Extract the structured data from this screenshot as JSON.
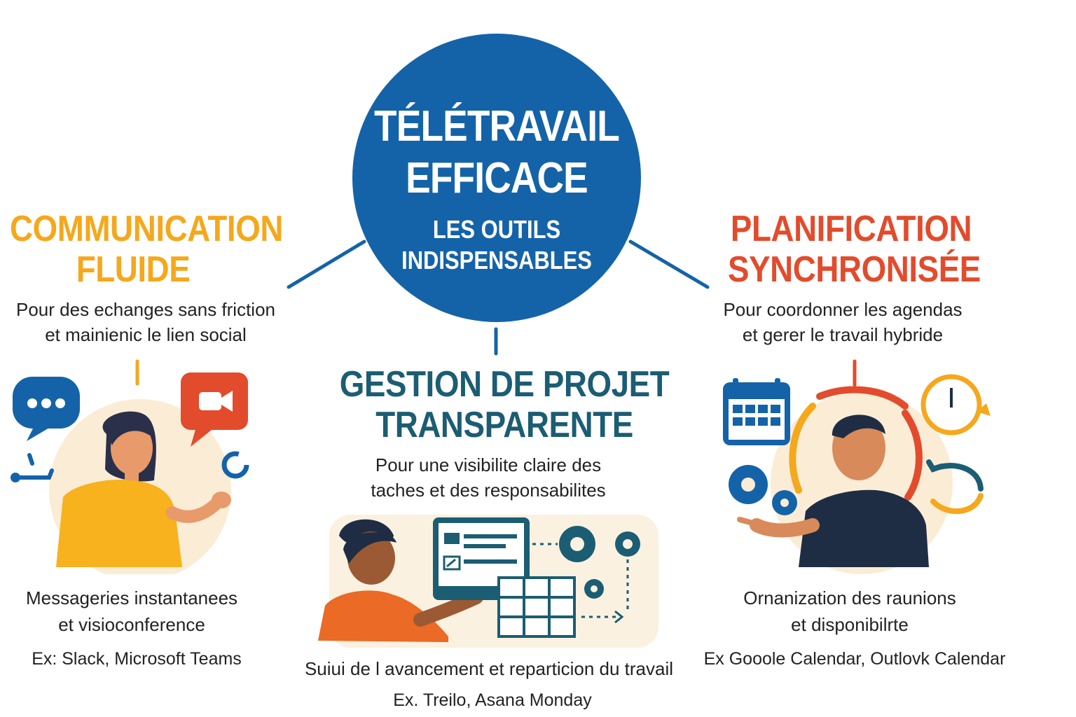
{
  "hub": {
    "title_line1": "TÉLÉTRAVAIL",
    "title_line2": "EFFICACE",
    "subtitle_line1": "LES OUTILS",
    "subtitle_line2": "INDISPENSABLES"
  },
  "pillars": [
    {
      "title_line1": "COMMUNICATION",
      "title_line2": "FLUIDE",
      "desc_line1": "Pour des echanges sans friction",
      "desc_line2": "et mainienic le lien social",
      "tools_line1": "Messageries instantanees",
      "tools_line2": "et visioconference",
      "examples": "Ex: Slack, Microsoft Teams"
    },
    {
      "title_line1": "GESTION DE PROJET",
      "title_line2": "TRANSPARENTE",
      "desc_line1": "Pour une visibilite claire des",
      "desc_line2": "taches et des responsabilites",
      "tools_line1": "Suiui de l avancement et reparticion du travail",
      "examples": "Ex. Treilo, Asana  Monday"
    },
    {
      "title_line1": "PLANIFICATION",
      "title_line2": "SYNCHRONISÉE",
      "desc_line1": "Pour coordonner les agendas",
      "desc_line2": "et gerer le travail hybride",
      "tools_line1": "Ornanization des raunions",
      "tools_line2": "et disponibilrte",
      "examples": "Ex  Gooole Calendar, Outlovk Calendar"
    }
  ],
  "colors": {
    "hub": "#1463a8",
    "communication": "#f5a81c",
    "planification": "#e24b2c",
    "gestion": "#1b5d73"
  }
}
